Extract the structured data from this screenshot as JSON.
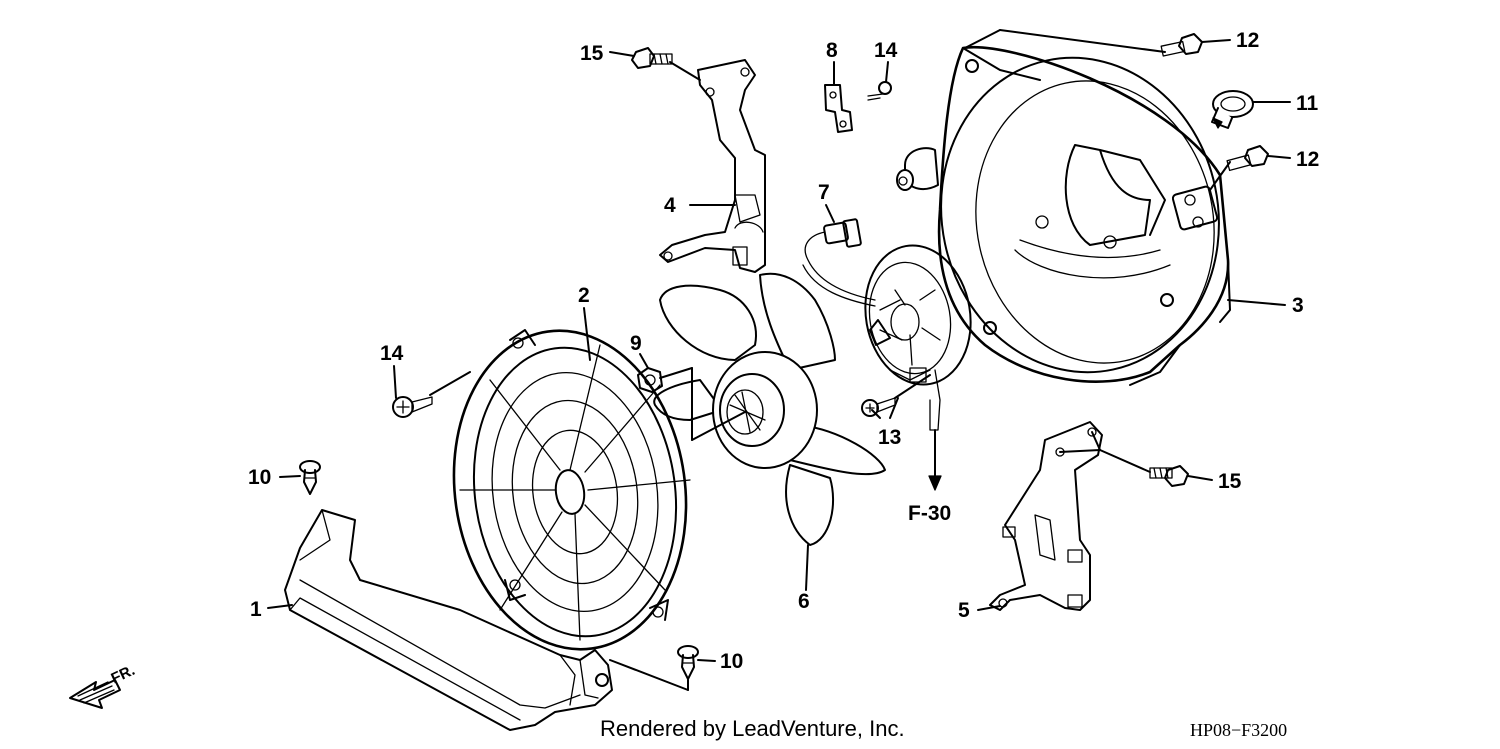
{
  "callouts": {
    "p1": "1",
    "p2": "2",
    "p3": "3",
    "p4": "4",
    "p5": "5",
    "p6": "6",
    "p7": "7",
    "p8": "8",
    "p9": "9",
    "p10a": "10",
    "p10b": "10",
    "p11": "11",
    "p12a": "12",
    "p12b": "12",
    "p13": "13",
    "p14a": "14",
    "p14b": "14",
    "p15a": "15",
    "p15b": "15"
  },
  "reference": "F-30",
  "front_marker": "FR.",
  "footer": {
    "credit": "Rendered by LeadVenture, Inc.",
    "code": "HP08−F3200"
  }
}
